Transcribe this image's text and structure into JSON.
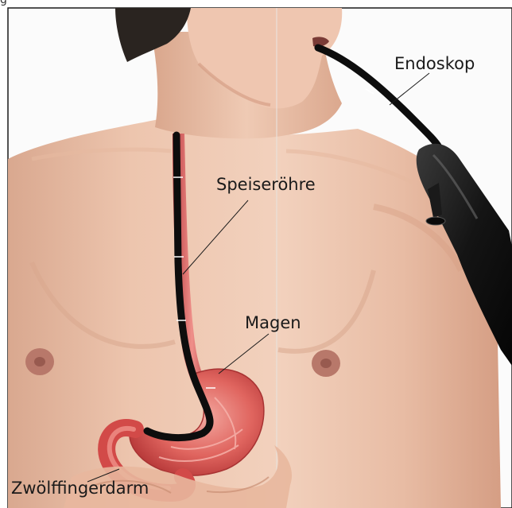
{
  "corner_text": "g",
  "labels": {
    "endoskop": "Endoskop",
    "speiseroehre": "Speiseröhre",
    "magen": "Magen",
    "zwoelffingerdarm": "Zwölffingerdarm"
  }
}
